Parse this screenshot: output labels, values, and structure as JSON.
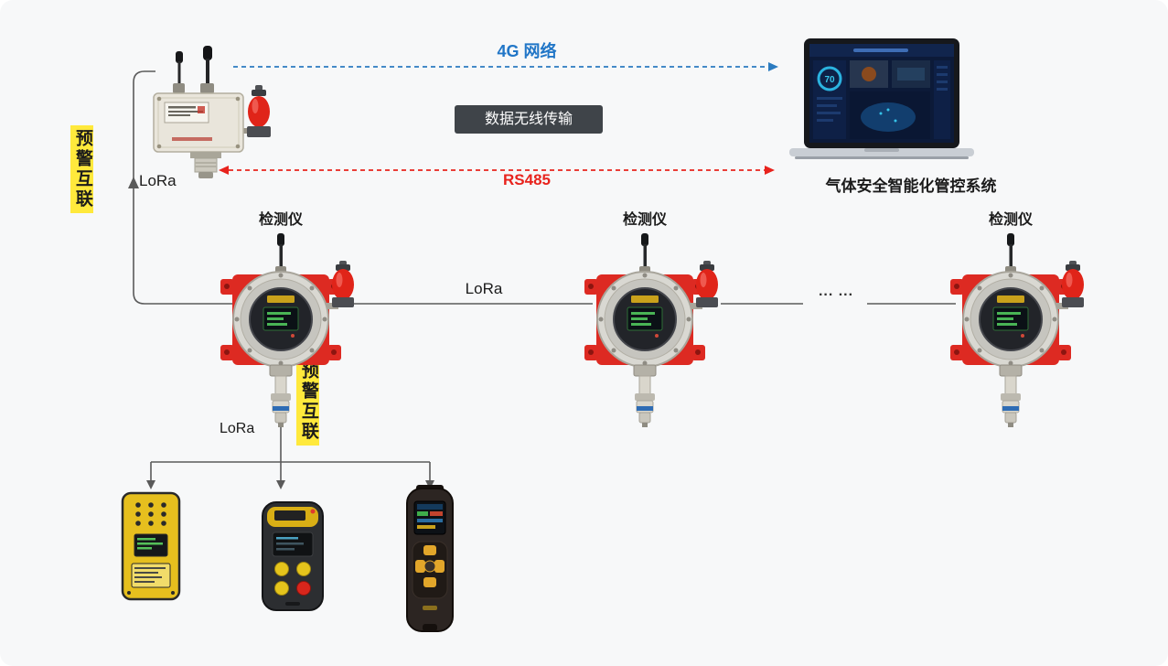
{
  "labels": {
    "g4": "4G 网络",
    "badge": "数据无线传输",
    "rs485": "RS485",
    "gateway": "LoRa",
    "interlink_left": "预警互联",
    "interlink_mid": "预警互联",
    "lora_line": "LoRa",
    "ellipsis": "... ...",
    "lora_drop": "LoRa",
    "platform": "气体安全智能化管控系统",
    "gauge_value": "70"
  },
  "detectors": [
    {
      "label": "检测仪"
    },
    {
      "label": "检测仪"
    },
    {
      "label": "检测仪"
    }
  ],
  "colors": {
    "accent_blue": "#2176c7",
    "accent_red": "#e8231d",
    "highlight_yellow": "#ffe93c",
    "badge_bg": "#3f4449",
    "line_gray": "#5a5a5a",
    "bracket_red": "#dd2a22"
  }
}
